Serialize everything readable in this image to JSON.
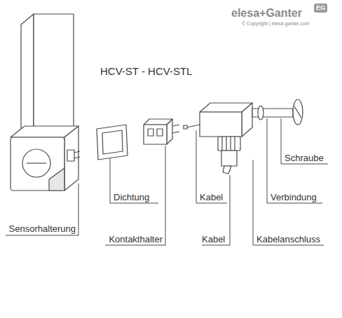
{
  "diagram": {
    "title": "HCV-ST - HCV-STL",
    "labels": [
      "elesa+Ganter",
      "EG",
      "© Copyright | elesa-ganter.com",
      "Schraube",
      "Dichtung",
      "Kabel",
      "Verbindung",
      "Sensorhalterung",
      "Kontakthalter",
      "Kabel",
      "Kabelanschluss"
    ]
  }
}
